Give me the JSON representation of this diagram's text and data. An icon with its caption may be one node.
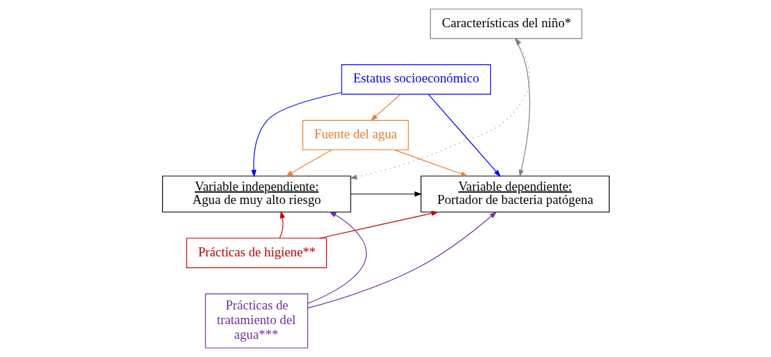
{
  "diagram": {
    "nodes": [
      {
        "text": [
          "Características del niño*"
        ]
      },
      {
        "text": [
          "Estatus socioeconómico"
        ]
      },
      {
        "text": [
          "Fuente del agua"
        ]
      },
      {
        "text": [
          "Variable independiente:",
          "Agua de muy alto riesgo"
        ]
      },
      {
        "text": [
          "Variable dependiente:",
          "Portador de bacteria patógena"
        ]
      },
      {
        "text": [
          "Prácticas de higiene**"
        ]
      },
      {
        "text": [
          "Prácticas de tratamiento del agua***"
        ]
      }
    ],
    "edges": [
      {
        "from": 3,
        "to": 0,
        "arrow": "both",
        "style": "dashed",
        "color": "#808080"
      },
      {
        "from": 0,
        "to": 4,
        "arrow": "to",
        "color": "#808080"
      },
      {
        "from": 1,
        "to": 3,
        "arrow": "to",
        "color": "#0000ff"
      },
      {
        "from": 1,
        "to": 4,
        "arrow": "to",
        "color": "#0000ff"
      },
      {
        "from": 1,
        "to": 2,
        "arrow": "to",
        "color": "#ed7d31"
      },
      {
        "from": 2,
        "to": 3,
        "arrow": "to",
        "color": "#ed7d31"
      },
      {
        "from": 2,
        "to": 4,
        "arrow": "to",
        "color": "#ed7d31"
      },
      {
        "from": 3,
        "to": 4,
        "arrow": "to",
        "color": "#000000"
      },
      {
        "from": 5,
        "to": 3,
        "arrow": "to",
        "color": "#c00000"
      },
      {
        "from": 5,
        "to": 4,
        "arrow": "to",
        "color": "#c00000"
      },
      {
        "from": 6,
        "to": 3,
        "arrow": "to",
        "color": "#7030a0"
      },
      {
        "from": 6,
        "to": 4,
        "arrow": "to",
        "color": "#7030a0"
      }
    ]
  }
}
